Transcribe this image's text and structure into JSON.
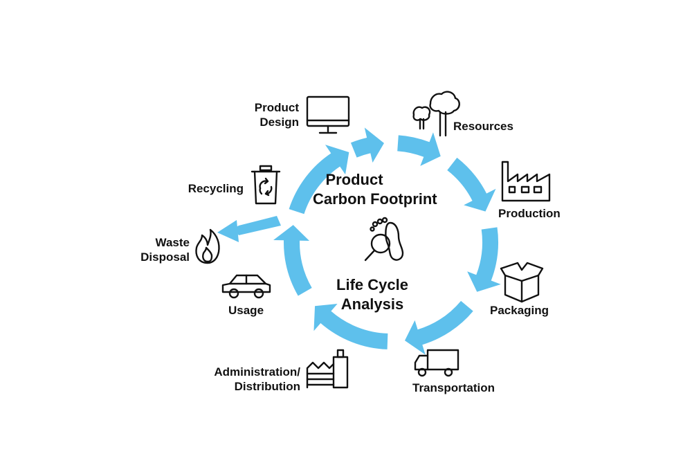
{
  "diagram": {
    "center": {
      "title_top": "Product\nCarbon Footprint",
      "title_bottom": "Life Cycle\nAnalysis",
      "icon": "footprint-magnifier-icon"
    },
    "arrow_color": "#5ec0ec",
    "stages": [
      {
        "id": "product-design",
        "label": "Product\nDesign",
        "icon": "monitor-icon"
      },
      {
        "id": "resources",
        "label": "Resources",
        "icon": "trees-icon"
      },
      {
        "id": "production",
        "label": "Production",
        "icon": "factory-icon"
      },
      {
        "id": "packaging",
        "label": "Packaging",
        "icon": "box-icon"
      },
      {
        "id": "transportation",
        "label": "Transportation",
        "icon": "truck-icon"
      },
      {
        "id": "administration-distribution",
        "label": "Administration/\nDistribution",
        "icon": "warehouse-icon"
      },
      {
        "id": "usage",
        "label": "Usage",
        "icon": "car-icon"
      },
      {
        "id": "waste-disposal",
        "label": "Waste\nDisposal",
        "icon": "flame-icon"
      },
      {
        "id": "recycling",
        "label": "Recycling",
        "icon": "recycle-bin-icon"
      }
    ]
  }
}
